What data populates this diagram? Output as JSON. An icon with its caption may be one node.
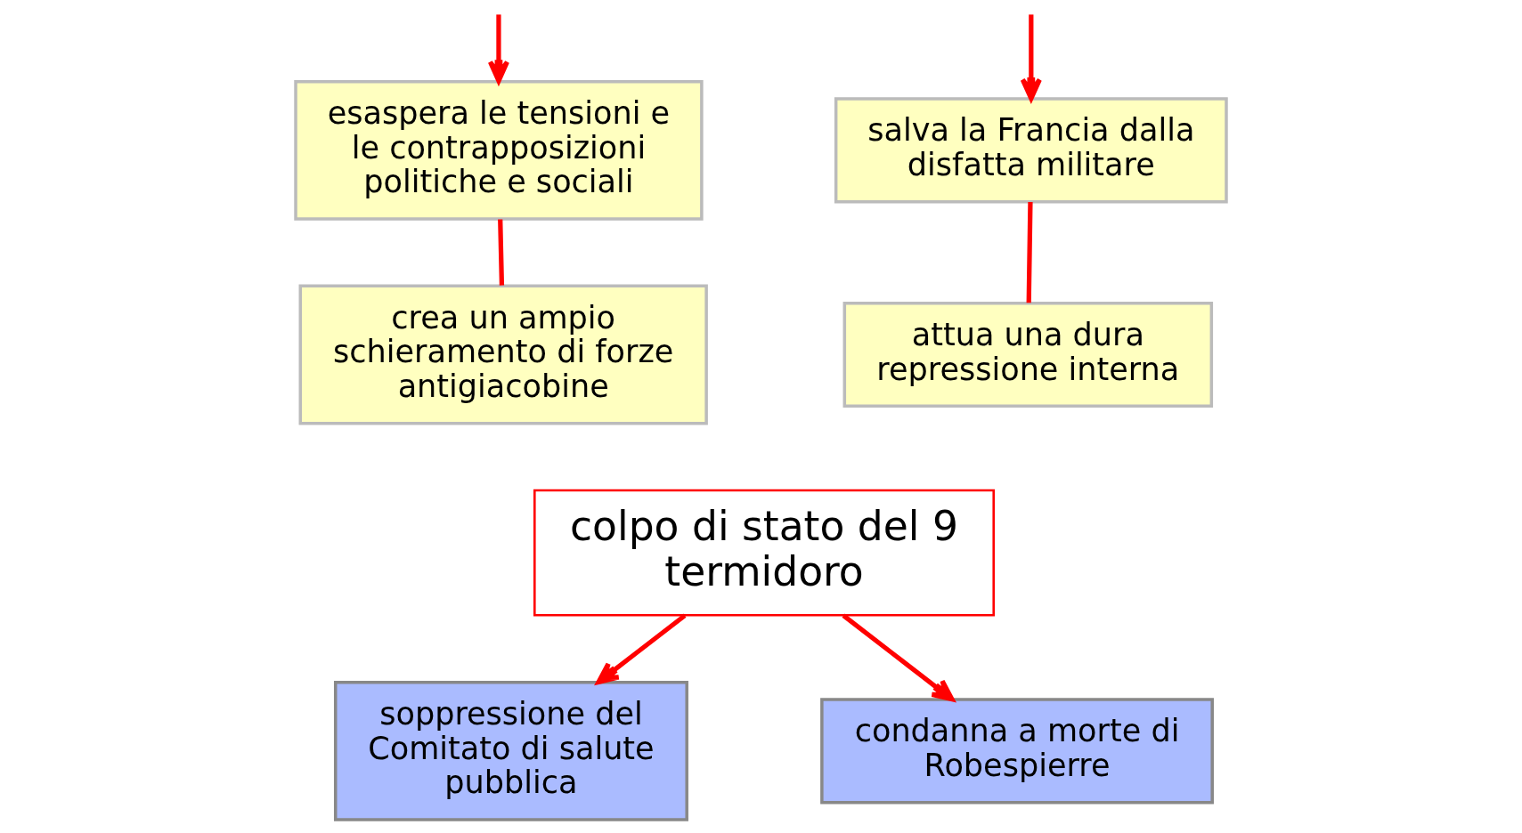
{
  "diagram": {
    "nodes": [
      {
        "text": [
          "salva la Francia dalla disfatta militare"
        ]
      },
      {
        "text": [
          "attua una dura repressione interna"
        ]
      },
      {
        "text": [
          "esaspera le tensioni e le contrapposizioni politiche e sociali"
        ]
      },
      {
        "text": [
          "crea un ampio schieramento di forze antigiacobine"
        ]
      },
      {
        "text": [
          "colpo di stato del 9 termidoro"
        ]
      },
      {
        "text": [
          "soppressione del Comitato di salute pubblica"
        ]
      },
      {
        "text": [
          "condanna a morte di Robespierre"
        ]
      }
    ],
    "edges": [
      {
        "from": null,
        "to": 0,
        "arrow": "to"
      },
      {
        "from": null,
        "to": 2,
        "arrow": "to"
      },
      {
        "from": 0,
        "to": 1,
        "arrow": "none"
      },
      {
        "from": 2,
        "to": 3,
        "arrow": "none"
      },
      {
        "from": 4,
        "to": 5,
        "arrow": "to"
      },
      {
        "from": 4,
        "to": 6,
        "arrow": "to"
      }
    ]
  }
}
